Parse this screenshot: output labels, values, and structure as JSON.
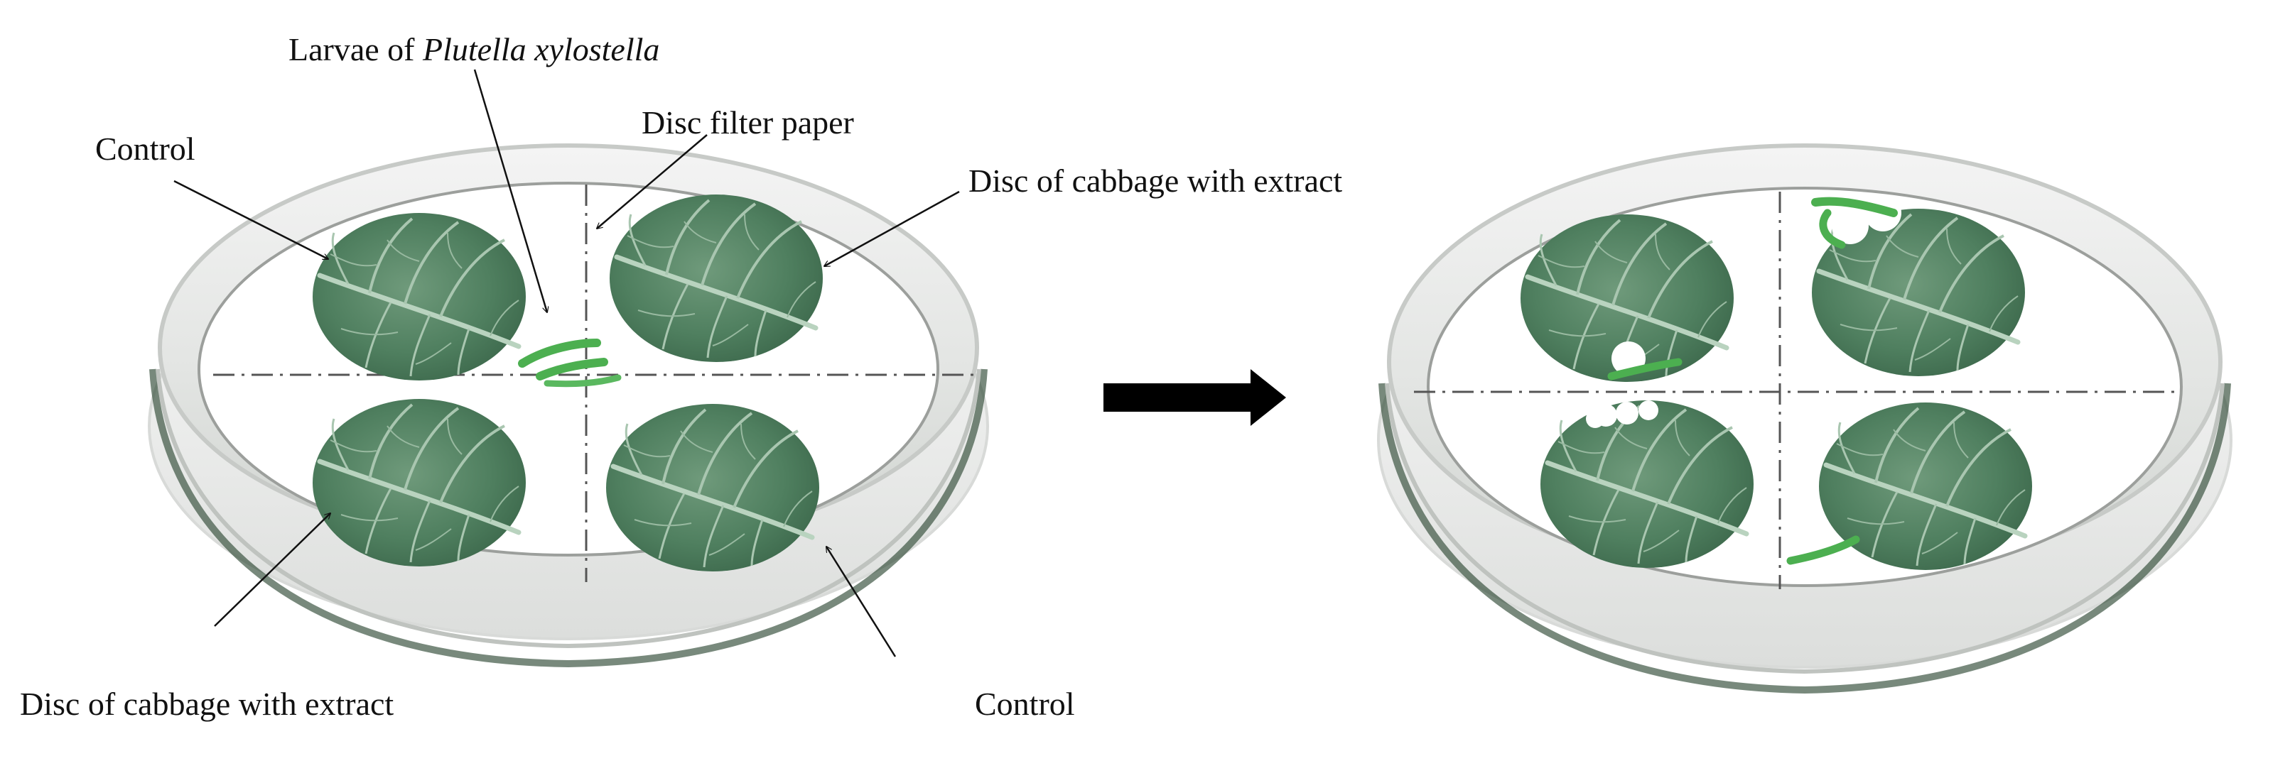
{
  "labels": {
    "larvae_prefix": "Larvae of ",
    "larvae_species": "Plutella xylostella",
    "control_top": "Control",
    "filter_paper": "Disc filter paper",
    "extract_right": "Disc of cabbage with extract",
    "extract_bottom": "Disc of cabbage with extract",
    "control_bottom": "Control"
  },
  "colors": {
    "leaf_dark": "#3f6f51",
    "leaf_mid": "#5f8c6c",
    "leaf_light": "#a7c6ae",
    "larva": "#4caf50",
    "arrow": "#000000"
  },
  "icons": {
    "petri_dish": "petri-dish-icon",
    "leaf_disc": "cabbage-leaf-disc-icon",
    "larva": "larva-icon",
    "process_arrow": "right-arrow-icon"
  }
}
